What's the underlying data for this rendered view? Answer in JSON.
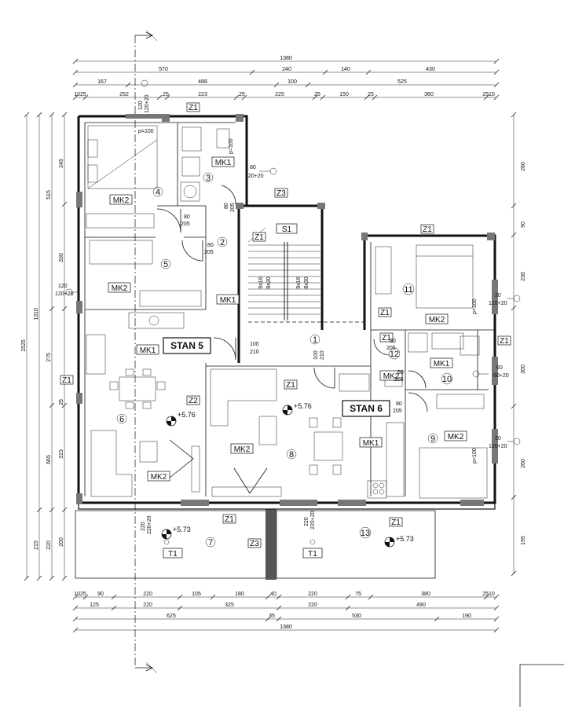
{
  "dimensions": {
    "top": {
      "row1": [
        "1380"
      ],
      "row2": [
        "570",
        "240",
        "140",
        "430"
      ],
      "row3": [
        "167",
        "488",
        "100",
        "525"
      ],
      "row4": [
        "1025",
        "252",
        "25",
        "223",
        "25",
        "225",
        "25",
        "150",
        "25",
        "360",
        "2510"
      ]
    },
    "bottom": {
      "row1": [
        "1025",
        "90",
        "220",
        "105",
        "180",
        "40",
        "220",
        "75",
        "380",
        "2510"
      ],
      "row2": [
        "125",
        "220",
        "325",
        "220",
        "490"
      ],
      "row3": [
        "625",
        "35",
        "530",
        "190"
      ],
      "row4": [
        "1380"
      ]
    },
    "left": {
      "outer": [
        "1525"
      ],
      "mid": [
        "1310",
        "215"
      ],
      "inner1": [
        "515",
        "275",
        "665",
        "220"
      ],
      "inner2": [
        "245",
        "330",
        "25",
        "315",
        "200"
      ]
    },
    "right": {
      "inner": [
        "280",
        "90",
        "230",
        "300",
        "260",
        "195"
      ]
    }
  },
  "rooms": [
    {
      "id": "r1",
      "num": "1"
    },
    {
      "id": "r2",
      "num": "2"
    },
    {
      "id": "r3",
      "num": "3"
    },
    {
      "id": "r4",
      "num": "4"
    },
    {
      "id": "r5",
      "num": "5"
    },
    {
      "id": "r6",
      "num": "6"
    },
    {
      "id": "r7",
      "num": "7"
    },
    {
      "id": "r8",
      "num": "8"
    },
    {
      "id": "r9",
      "num": "9"
    },
    {
      "id": "r10",
      "num": "10"
    },
    {
      "id": "r11",
      "num": "11"
    },
    {
      "id": "r12",
      "num": "12"
    },
    {
      "id": "r13",
      "num": "13"
    }
  ],
  "apartments": {
    "stan5": "STAN 5",
    "stan6": "STAN 6"
  },
  "levels": {
    "l1": "+5.76",
    "l2": "+5.76",
    "l3": "+5.73",
    "l4": "+5.73"
  },
  "labels": {
    "z1": "Z1",
    "z2": "Z2",
    "z3": "Z3",
    "s1": "S1",
    "t1": "T1",
    "mk1": "MK1",
    "mk2": "MK2"
  },
  "openings": {
    "door_80_205": "80",
    "door_h_205": "205",
    "door_100": "100",
    "door_210": "210",
    "win_120_20": "120+20",
    "win_120": "120",
    "win_80_20": "80+20",
    "win_60": "60",
    "win_20": "20",
    "p100": "p=100",
    "stairs_a": "9x16",
    "stairs_b": "8x30",
    "sill": "220",
    "sill2": "220+20"
  }
}
